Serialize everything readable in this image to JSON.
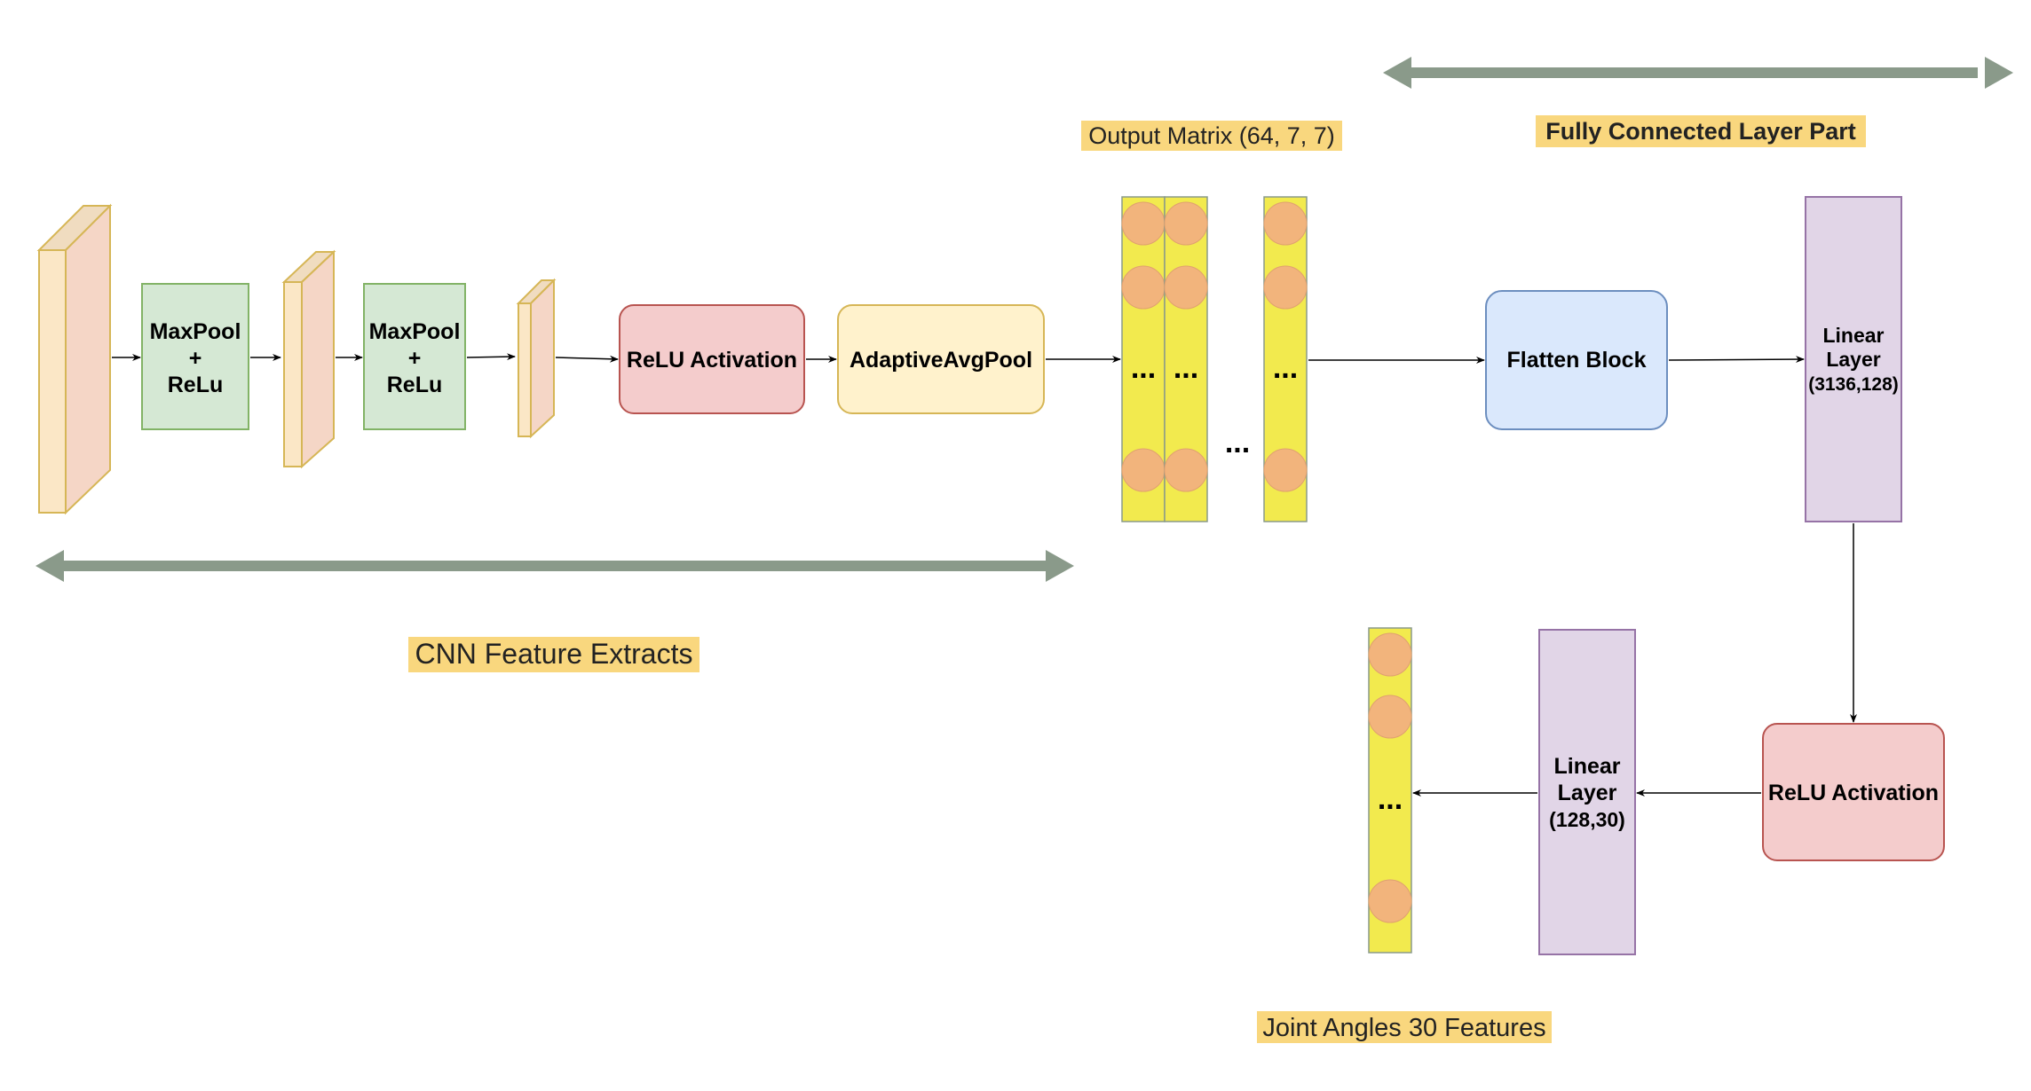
{
  "colors": {
    "highlight": "#f9d77e",
    "feature_map_front": "#fbe7c6",
    "feature_map_side": "#f5d6c6",
    "feature_map_stroke": "#d6b656",
    "maxpool_fill": "#d5e8d4",
    "maxpool_stroke": "#82b366",
    "relu_fill": "#f4cccc",
    "relu_stroke": "#b85450",
    "avgpool_fill": "#fff2cc",
    "avgpool_stroke": "#d6b656",
    "flatten_fill": "#dae8fc",
    "flatten_stroke": "#6c8ebf",
    "linear_fill": "#e1d5e7",
    "linear_stroke": "#9673a6",
    "column_fill": "#f2ea4e",
    "neuron_fill": "#f2b47c",
    "span_arrow": "#8a9a8a",
    "arrow": "#000000"
  },
  "labels": {
    "cnn_feature_extracts": "CNN Feature Extracts",
    "output_matrix": "Output Matrix (64, 7, 7)",
    "fully_connected_part": "Fully Connected Layer Part",
    "joint_angles": "Joint Angles 30 Features"
  },
  "nodes": {
    "maxpool_1": [
      "MaxPool",
      "+",
      "ReLu"
    ],
    "maxpool_2": [
      "MaxPool",
      "+",
      "ReLu"
    ],
    "relu_activation_1": "ReLU Activation",
    "adaptive_avg_pool": "AdaptiveAvgPool",
    "flatten_block": "Flatten Block",
    "linear_layer_1": [
      "Linear",
      "Layer",
      "(3136,128)"
    ],
    "relu_activation_2": "ReLU Activation",
    "linear_layer_2": [
      "Linear",
      "Layer",
      "(128,30)"
    ]
  },
  "ellipsis": "..."
}
